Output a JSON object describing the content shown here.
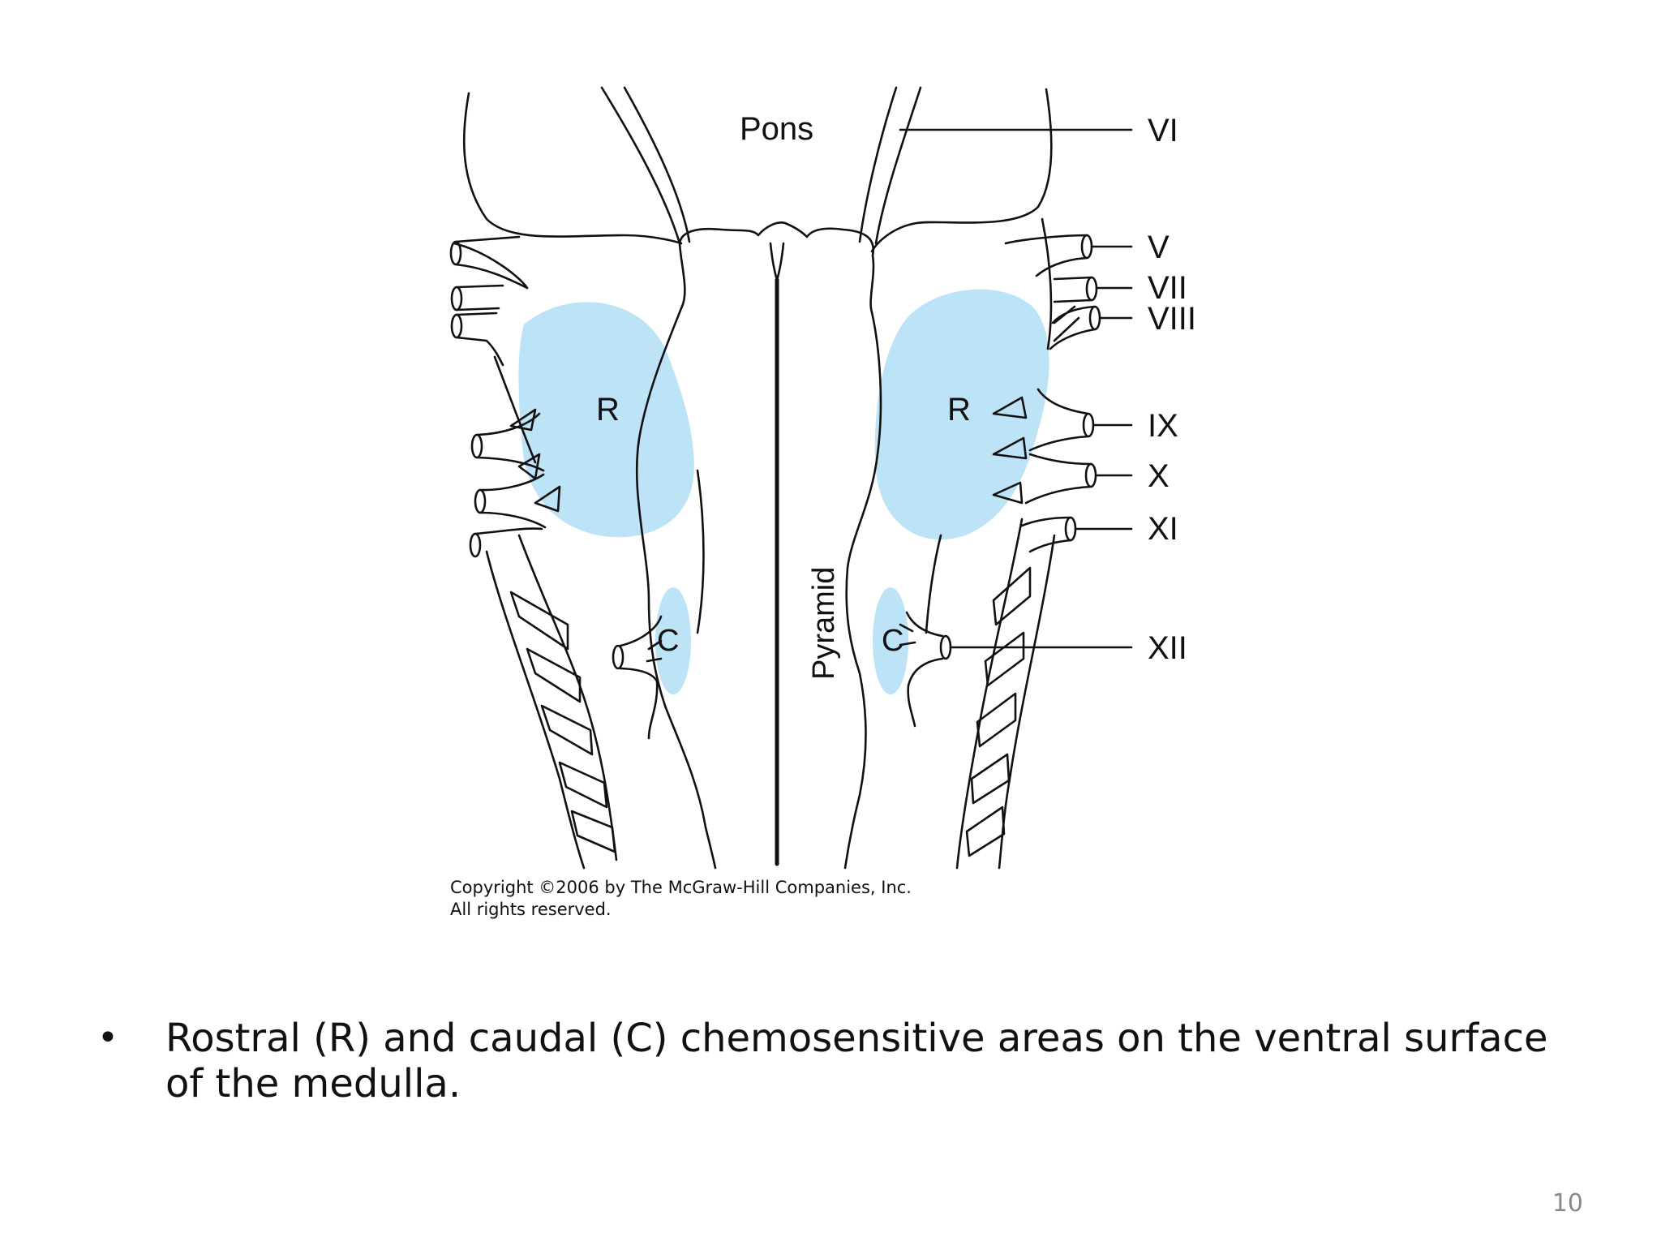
{
  "diagram": {
    "labels": {
      "pons": "Pons",
      "pyramid": "Pyramid",
      "rostral_left": "R",
      "rostral_right": "R",
      "caudal_left": "C",
      "caudal_right": "C"
    },
    "cranial_nerves": [
      "VI",
      "V",
      "VII",
      "VIII",
      "IX",
      "X",
      "XI",
      "XII"
    ],
    "copyright_line1": "Copyright ©2006 by The McGraw-Hill Companies, Inc.",
    "copyright_line2": "All rights reserved.",
    "colors": {
      "chemosensitive_area": "#bde3f7",
      "outline": "#111111"
    }
  },
  "caption": {
    "bullet": "•",
    "text": "Rostral (R) and caudal (C) chemosensitive areas on the ventral surface of the medulla."
  },
  "slide_number": "10"
}
